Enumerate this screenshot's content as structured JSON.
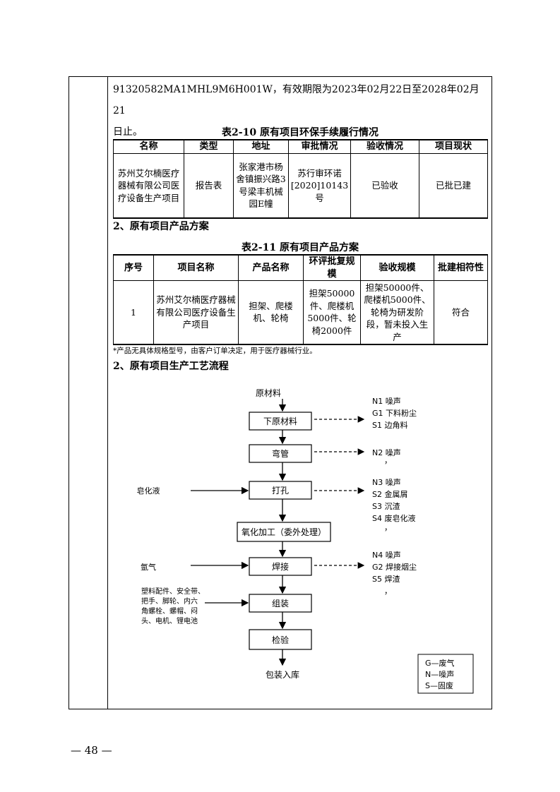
{
  "intro": {
    "line1": "91320582MA1MHL9M6H001W，有效期限为2023年02月22日至2028年02月21",
    "line2": "日止。"
  },
  "table_2_10": {
    "title": "表2-10  原有项目环保手续履行情况",
    "headers": [
      "名称",
      "类型",
      "地址",
      "审批情况",
      "验收情况",
      "项目现状"
    ],
    "row": {
      "name": "苏州艾尔楠医疗器械有限公司医疗设备生产项目",
      "type": "报告表",
      "address": "张家港市杨舍镇振兴路3号梁丰机械园E幢",
      "approval": "苏行审环诺[2020]10143号",
      "acceptance": "已验收",
      "status": "已批已建"
    }
  },
  "section_products": "2、原有项目产品方案",
  "table_2_11": {
    "title": "表2-11  原有项目产品方案",
    "headers": [
      "序号",
      "项目名称",
      "产品名称",
      "环评批复规模",
      "验收规模",
      "批建相符性"
    ],
    "row": {
      "no": "1",
      "project": "苏州艾尔楠医疗器械有限公司医疗设备生产项目",
      "products": "担架、爬楼机、轮椅",
      "approved_scale": "担架50000件、爬楼机5000件、轮椅2000件",
      "accepted_scale": "担架50000件、爬楼机5000件、轮椅为研发阶段，暂未投入生产",
      "consistency": "符合"
    }
  },
  "note": "*产品无具体规格型号，由客户订单决定，用于医疗器械行业。",
  "section_process": "2、原有项目生产工艺流程",
  "flow": {
    "raw_material": "原材料",
    "steps": [
      "下原材料",
      "弯管",
      "打孔",
      "氧化加工（委外处理）",
      "焊接",
      "组装",
      "检验"
    ],
    "end": "包装入库",
    "inputs": {
      "soap": "皂化液",
      "argon": "氩气",
      "parts": [
        "塑料配件、安全带、",
        "把手、脚轮、内六",
        "角螺栓、螺帽、闷",
        "头、电机、锂电池"
      ]
    },
    "outputs": {
      "cut": [
        "N1  噪声",
        "G1  下料粉尘",
        "S1  边角料"
      ],
      "bend": [
        "N2  噪声",
        "，"
      ],
      "drill": [
        "N3  噪声",
        "S2  金属屑",
        "S3  沉渣",
        "S4  废皂化液",
        "，"
      ],
      "weld": [
        "N4  噪声",
        "G2  焊接烟尘",
        "S5  焊渣",
        "，"
      ]
    },
    "legend": [
      "G—废气",
      "N—噪声",
      "S—固废"
    ]
  },
  "page_number": "—  48  —"
}
